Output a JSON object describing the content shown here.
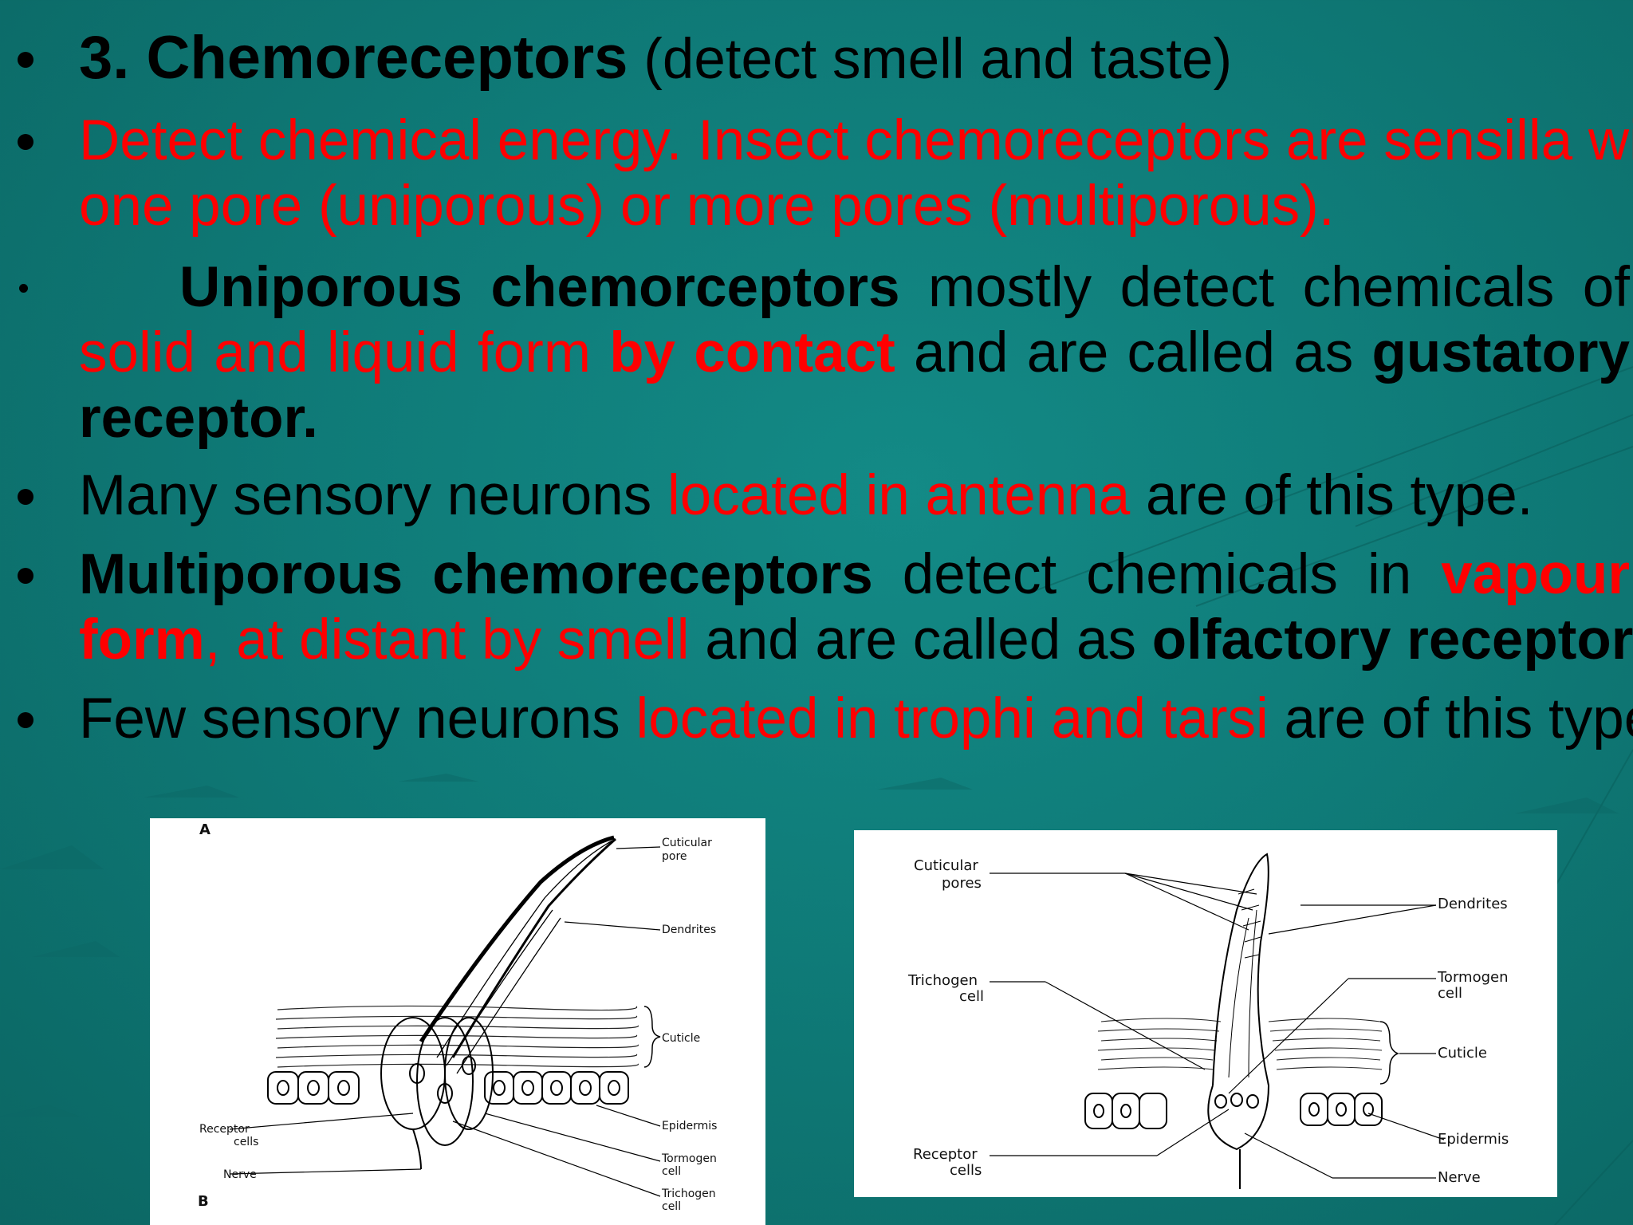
{
  "slide": {
    "heading": {
      "title": "3. Chemoreceptors",
      "subtitle": "(detect smell and taste)"
    },
    "bullet2": {
      "line1": "Detect chemical energy. Insect chemoreceptors are sensilla with",
      "line2": "one  pore (uniporous) or more pores (multiporous)."
    },
    "bullet3": {
      "term": "Uniporous chemorceptors",
      "text1": " mostly detect chemicals of",
      "red1": "solid and  liquid form ",
      "red_bold": "by contact",
      "text2": " and are called as ",
      "bold_end": "gustatory",
      "line3": "receptor."
    },
    "bullet4": {
      "text1": "Many sensory neurons ",
      "red": "located in antenna",
      "text2": " are of this type."
    },
    "bullet5": {
      "term": "Multiporous chemoreceptors",
      "text1": " detect chemicals in ",
      "red_bold1": "vapour",
      "red_bold2": "form",
      "red": ", at  distant by smell",
      "text2": " and are called as ",
      "bold": "olfactory receptor",
      "end": "."
    },
    "bullet6": {
      "text1": "Few sensory neurons ",
      "red": "located in trophi and tarsi",
      "text2": " are of this type."
    }
  },
  "figure_left": {
    "panel_a": "A",
    "panel_b": "B",
    "labels": {
      "cuticular_pore_1": "Cuticular",
      "cuticular_pore_2": "pore",
      "dendrites": "Dendrites",
      "cuticle": "Cuticle",
      "epidermis": "Epidermis",
      "tormogen_1": "Tormogen",
      "tormogen_2": "cell",
      "trichogen_1": "Trichogen",
      "trichogen_2": "cell",
      "receptor_1": "Receptor",
      "receptor_2": "cells",
      "nerve": "Nerve"
    }
  },
  "figure_right": {
    "labels": {
      "cuticular_pores_1": "Cuticular",
      "cuticular_pores_2": "pores",
      "dendrites": "Dendrites",
      "trichogen_1": "Trichogen",
      "trichogen_2": "cell",
      "tormogen_1": "Tormogen",
      "tormogen_2": "cell",
      "cuticle": "Cuticle",
      "epidermis": "Epidermis",
      "receptor_1": "Receptor",
      "receptor_2": "cells",
      "nerve": "Nerve"
    }
  },
  "colors": {
    "background": "#0f7b78",
    "text": "#000000",
    "highlight": "#ff0000"
  }
}
